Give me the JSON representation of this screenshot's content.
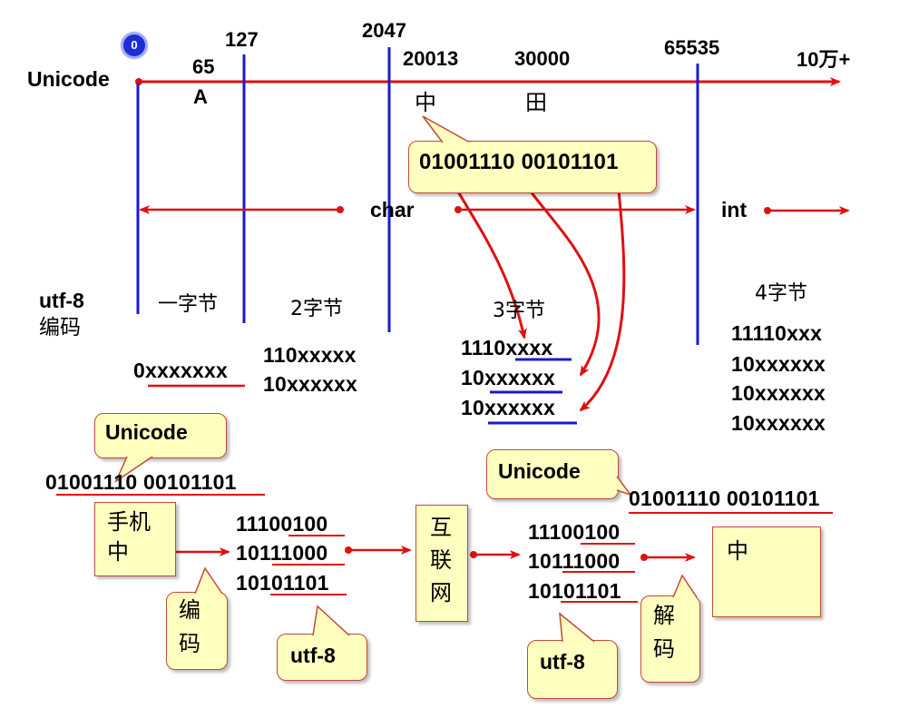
{
  "axis": {
    "label": "Unicode",
    "origin_badge": "0",
    "ticks": [
      "65",
      "A",
      "127",
      "2047",
      "20013",
      "30000",
      "65535",
      "10万+"
    ],
    "chars": [
      "中",
      "田"
    ]
  },
  "binary_callout": "01001110 00101101",
  "char_label": "char",
  "int_label": "int",
  "utf8_title": [
    "utf-8",
    "编码"
  ],
  "byte_labels": [
    "一字节",
    "2字节",
    "3字节",
    "4字节"
  ],
  "patterns": {
    "one": [
      "0xxxxxxx"
    ],
    "two": [
      "110xxxxx",
      "10xxxxxx"
    ],
    "three": [
      "1110xxxx",
      "10xxxxxx",
      "10xxxxxx"
    ],
    "four": [
      "11110xxx",
      "10xxxxxx",
      "10xxxxxx",
      "10xxxxxx"
    ]
  },
  "flow": {
    "left_callout": "Unicode",
    "left_binary": "01001110 00101101",
    "phone_box": [
      "手机",
      "中"
    ],
    "encode_callout": [
      "编",
      "码"
    ],
    "encoded_bytes": [
      "11100100",
      "10111000",
      "10101101"
    ],
    "utf8_callout_left": "utf-8",
    "internet_box": [
      "互",
      "联",
      "网"
    ],
    "received_bytes": [
      "11100100",
      "10111000",
      "10101101"
    ],
    "utf8_callout_right": "utf-8",
    "decode_callout": [
      "解",
      "码"
    ],
    "right_callout": "Unicode",
    "right_binary": "01001110 00101101",
    "result_box": "中"
  },
  "colors": {
    "axis": "#e01010",
    "vline": "#1a1ad0",
    "callout_fill": "#ffffc0",
    "callout_border": "#c24a3a"
  }
}
